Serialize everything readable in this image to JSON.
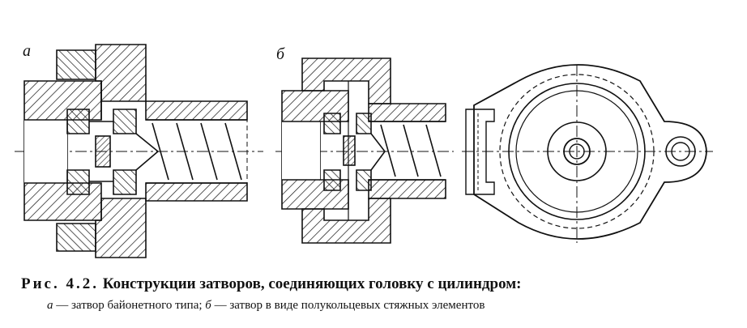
{
  "labels": {
    "a": "а",
    "b": "б"
  },
  "caption": {
    "prefix": "Рис. 4.2.",
    "title": "Конструкции затворов, соединяющих головку с цилиндром:",
    "a_letter": "а",
    "a_desc": "— затвор байонетного типа;",
    "b_letter": "б",
    "b_desc": "— затвор в виде полукольцевых стяжных элементов"
  },
  "colors": {
    "ink": "#111111",
    "paper": "#ffffff"
  }
}
